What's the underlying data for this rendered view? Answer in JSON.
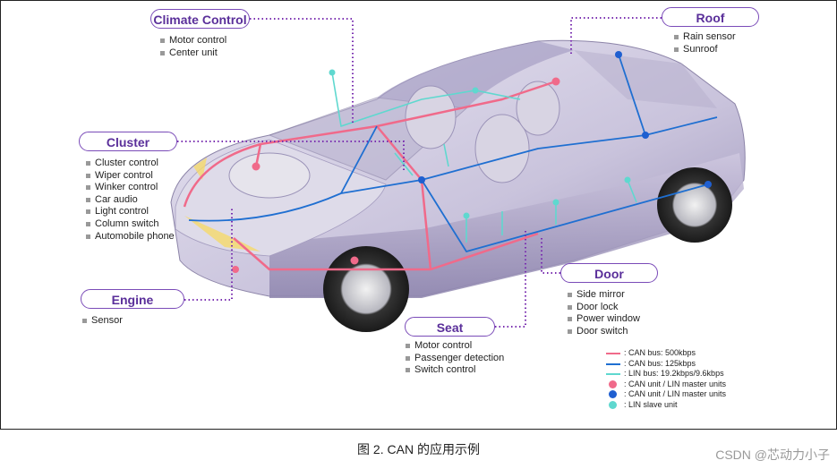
{
  "labels": {
    "climate": {
      "title": "Climate Control",
      "items": [
        "Motor control",
        "Center unit"
      ]
    },
    "cluster": {
      "title": "Cluster",
      "items": [
        "Cluster control",
        "Wiper control",
        "Winker control",
        "Car audio",
        "Light control",
        "Column switch",
        "Automobile phone"
      ]
    },
    "engine": {
      "title": "Engine",
      "items": [
        "Sensor"
      ]
    },
    "seat": {
      "title": "Seat",
      "items": [
        "Motor control",
        "Passenger detection",
        "Switch control"
      ]
    },
    "door": {
      "title": "Door",
      "items": [
        "Side mirror",
        "Door lock",
        "Power window",
        "Door switch"
      ]
    },
    "roof": {
      "title": "Roof",
      "items": [
        "Rain sensor",
        "Sunroof"
      ]
    }
  },
  "legend": [
    {
      "kind": "line",
      "color": "#f06a8a",
      "text": ": CAN bus: 500kbps"
    },
    {
      "kind": "line",
      "color": "#1f6fd1",
      "text": ": CAN bus: 125kbps"
    },
    {
      "kind": "line",
      "color": "#5fd8cf",
      "text": ": LIN bus: 19.2kbps/9.6kbps"
    },
    {
      "kind": "dot",
      "color": "#f06a8a",
      "text": ": CAN unit / LIN master units"
    },
    {
      "kind": "dot",
      "color": "#1f5fd0",
      "text": ": CAN unit / LIN master units"
    },
    {
      "kind": "dot",
      "color": "#5fd8cf",
      "text": ": LIN slave unit"
    }
  ],
  "caption": "图 2.    CAN 的应用示例",
  "watermark": "CSDN @芯动力小子",
  "colors": {
    "accent": "#7a4bb8",
    "can_fast": "#f06a8a",
    "can_slow": "#1f6fd1",
    "lin": "#5fd8cf"
  }
}
